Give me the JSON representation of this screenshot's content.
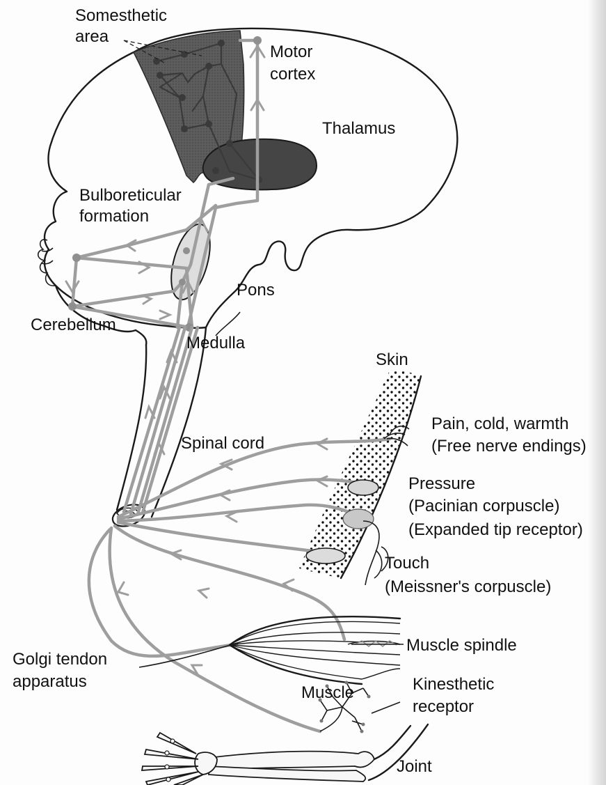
{
  "labels": {
    "somesthetic_area": [
      "Somesthetic",
      "area"
    ],
    "motor_cortex": [
      "Motor",
      "cortex"
    ],
    "thalamus": "Thalamus",
    "bulboreticular": [
      "Bulboreticular",
      "formation"
    ],
    "pons": "Pons",
    "cerebellum": "Cerebellum",
    "medulla": "Medulla",
    "skin": "Skin",
    "spinal_cord": "Spinal cord",
    "pain": [
      "Pain, cold, warmth",
      "(Free nerve endings)"
    ],
    "pressure": [
      "Pressure",
      "(Pacinian corpuscle)",
      "(Expanded tip receptor)"
    ],
    "touch": [
      "Touch",
      "(Meissner's corpuscle)"
    ],
    "muscle_spindle": "Muscle spindle",
    "golgi": [
      "Golgi tendon",
      "apparatus"
    ],
    "muscle": "Muscle",
    "kinesthetic": [
      "Kinesthetic",
      "receptor"
    ],
    "joint": "Joint"
  },
  "colors": {
    "pathway": "#9e9e9e",
    "cortex_shading": "#5a5a5a",
    "thalamus_fill": "#444444",
    "outline": "#1a1a1a",
    "background": "#fdfdfd"
  }
}
